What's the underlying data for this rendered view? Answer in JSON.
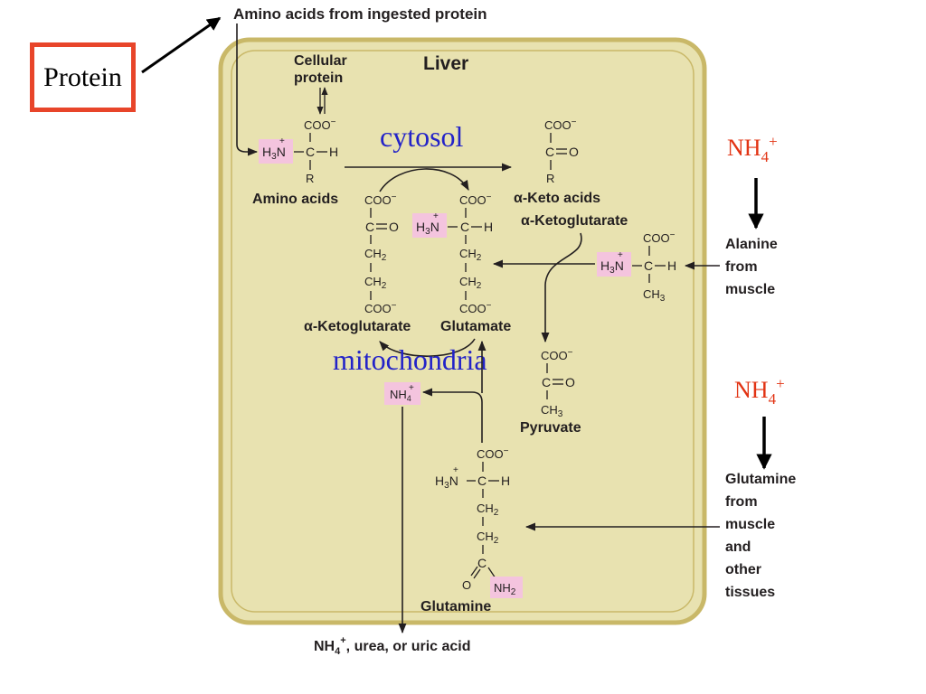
{
  "colors": {
    "liver_fill": "#e8e2b0",
    "liver_border": "#c9b868",
    "highlight": "#f4c4de",
    "compartment_label": "#2323c8",
    "ammonium_label": "#e23414",
    "protein_border": "#e8452a"
  },
  "labels": {
    "top_source": "Amino acids from ingested protein",
    "protein_box": "Protein",
    "liver": "Liver",
    "cellular_protein": [
      "Cellular",
      "protein"
    ],
    "cytosol": "cytosol",
    "mitochondria": "mitochondria",
    "amino_acids": "Amino acids",
    "alpha_keto_acids": "α-Keto acids",
    "alpha_ketoglutarate_right": "α-Ketoglutarate",
    "alpha_ketoglutarate_left": "α-Ketoglutarate",
    "glutamate": "Glutamate",
    "pyruvate": "Pyruvate",
    "glutamine": "Glutamine",
    "alanine_from_muscle": [
      "Alanine",
      "from",
      "muscle"
    ],
    "glutamine_from_tissues": [
      "Glutamine",
      "from",
      "muscle",
      "and",
      "other",
      "tissues"
    ],
    "nh4_outside_1": "NH4+",
    "nh4_outside_2": "NH4+",
    "bottom_output": "NH4+, urea, or uric acid"
  }
}
